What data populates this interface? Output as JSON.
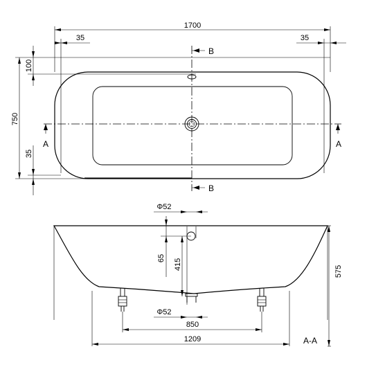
{
  "plan": {
    "overall_width": "1700",
    "side_offset_left": "35",
    "side_offset_right": "35",
    "overall_depth": "750",
    "top_rim": "100",
    "bottom_rim": "35",
    "section_mark": "A",
    "section_mark_right": "A",
    "view_mark_top": "B",
    "view_mark_bottom": "B"
  },
  "section": {
    "overflow_diameter": "Φ52",
    "overflow_offset": "65",
    "overflow_height": "415",
    "total_height": "575",
    "drain_diameter": "Φ52",
    "feet_spacing": "850",
    "base_width": "1209",
    "section_label": "A-A"
  }
}
